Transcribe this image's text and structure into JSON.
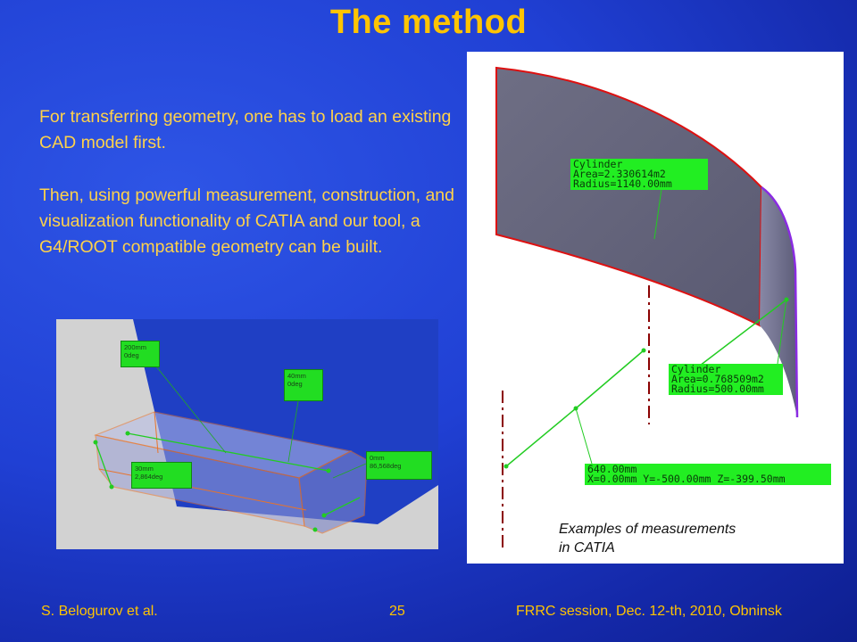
{
  "slide": {
    "title": "The method",
    "paragraph1": "For transferring geometry, one has to load an existing CAD model first.",
    "paragraph2": "Then, using powerful measurement, construction, and visualization functionality of CATIA  and our tool, a G4/ROOT compatible geometry can be built."
  },
  "catia_view": {
    "label1": {
      "line1": "Cylinder",
      "line2": "Area=2.330614m2",
      "line3": "Radius=1140.00mm"
    },
    "label2": {
      "line1": "Cylinder",
      "line2": "Area=0.768509m2",
      "line3": "Radius=500.00mm"
    },
    "label3": {
      "line1": "640.00mm",
      "line2": "X=0.00mm   Y=-500.00mm   Z=-399.50mm"
    },
    "caption_line1": "Examples of measurements",
    "caption_line2": "in CATIA"
  },
  "model_view": {
    "label1": {
      "line1": "200mm",
      "line2": "0deg"
    },
    "label2": {
      "line1": "40mm",
      "line2": "0deg"
    },
    "label3": {
      "line1": "0mm",
      "line2": "86,568deg"
    },
    "label4": {
      "line1": "30mm",
      "line2": "2,864deg"
    }
  },
  "footer": {
    "author": "S. Belogurov et  al.",
    "page": "25",
    "venue": "FRRC session,  Dec. 12-th, 2010, Obninsk"
  },
  "colors": {
    "title": "#ffc400",
    "body_text": "#ffd24a",
    "measurement_label": "#22ee22",
    "surface": "#6a6a80",
    "edge_red": "#dd1111",
    "edge_purple": "#8a2be2"
  }
}
